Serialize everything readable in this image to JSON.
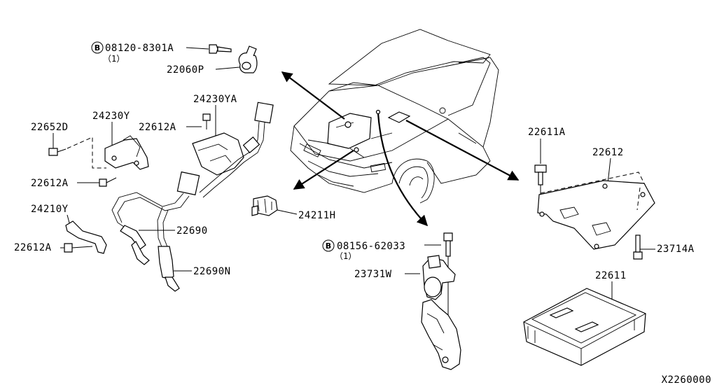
{
  "figure_code": "X2260000",
  "callouts": [
    {
      "id": "b1",
      "text": "08120-8301A",
      "qty": "（1）",
      "badge": "B"
    },
    {
      "id": "p22060P",
      "text": "22060P"
    },
    {
      "id": "p24230YA",
      "text": "24230YA"
    },
    {
      "id": "p22612A_top",
      "text": "22612A"
    },
    {
      "id": "p24230Y",
      "text": "24230Y"
    },
    {
      "id": "p22652D",
      "text": "22652D"
    },
    {
      "id": "p22612A_mid",
      "text": "22612A"
    },
    {
      "id": "p24210Y",
      "text": "24210Y"
    },
    {
      "id": "p22612A_low",
      "text": "22612A"
    },
    {
      "id": "p22690",
      "text": "22690"
    },
    {
      "id": "p22690N",
      "text": "22690N"
    },
    {
      "id": "p24211H",
      "text": "24211H"
    },
    {
      "id": "b2",
      "text": "08156-62033",
      "qty": "（1）",
      "badge": "B"
    },
    {
      "id": "p23731W",
      "text": "23731W"
    },
    {
      "id": "p22611A",
      "text": "22611A"
    },
    {
      "id": "p22612",
      "text": "22612"
    },
    {
      "id": "p23714A",
      "text": "23714A"
    },
    {
      "id": "p22611",
      "text": "22611"
    }
  ]
}
